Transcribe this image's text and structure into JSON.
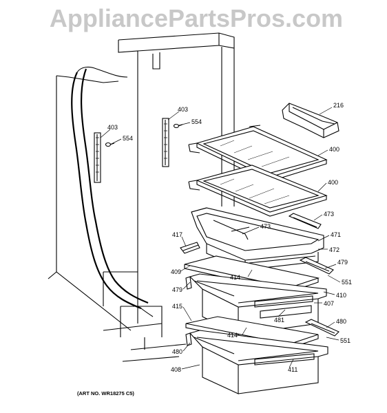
{
  "watermark": "AppliancePartsPros.com",
  "art_number": "(ART NO. WR18275 C5)",
  "callouts": {
    "c216": "216",
    "c400a": "400",
    "c400b": "400",
    "c403a": "403",
    "c554a": "554",
    "c403b": "403",
    "c554b": "554",
    "c473a": "473",
    "c473b": "473",
    "c471": "471",
    "c472": "472",
    "c417": "417",
    "c479a": "479",
    "c409": "409",
    "c414a": "414",
    "c551a": "551",
    "c479b": "479",
    "c410": "410",
    "c407": "407",
    "c415": "415",
    "c481": "481",
    "c480a": "480",
    "c414b": "414",
    "c551b": "551",
    "c480b": "480",
    "c408": "408",
    "c411": "411"
  }
}
